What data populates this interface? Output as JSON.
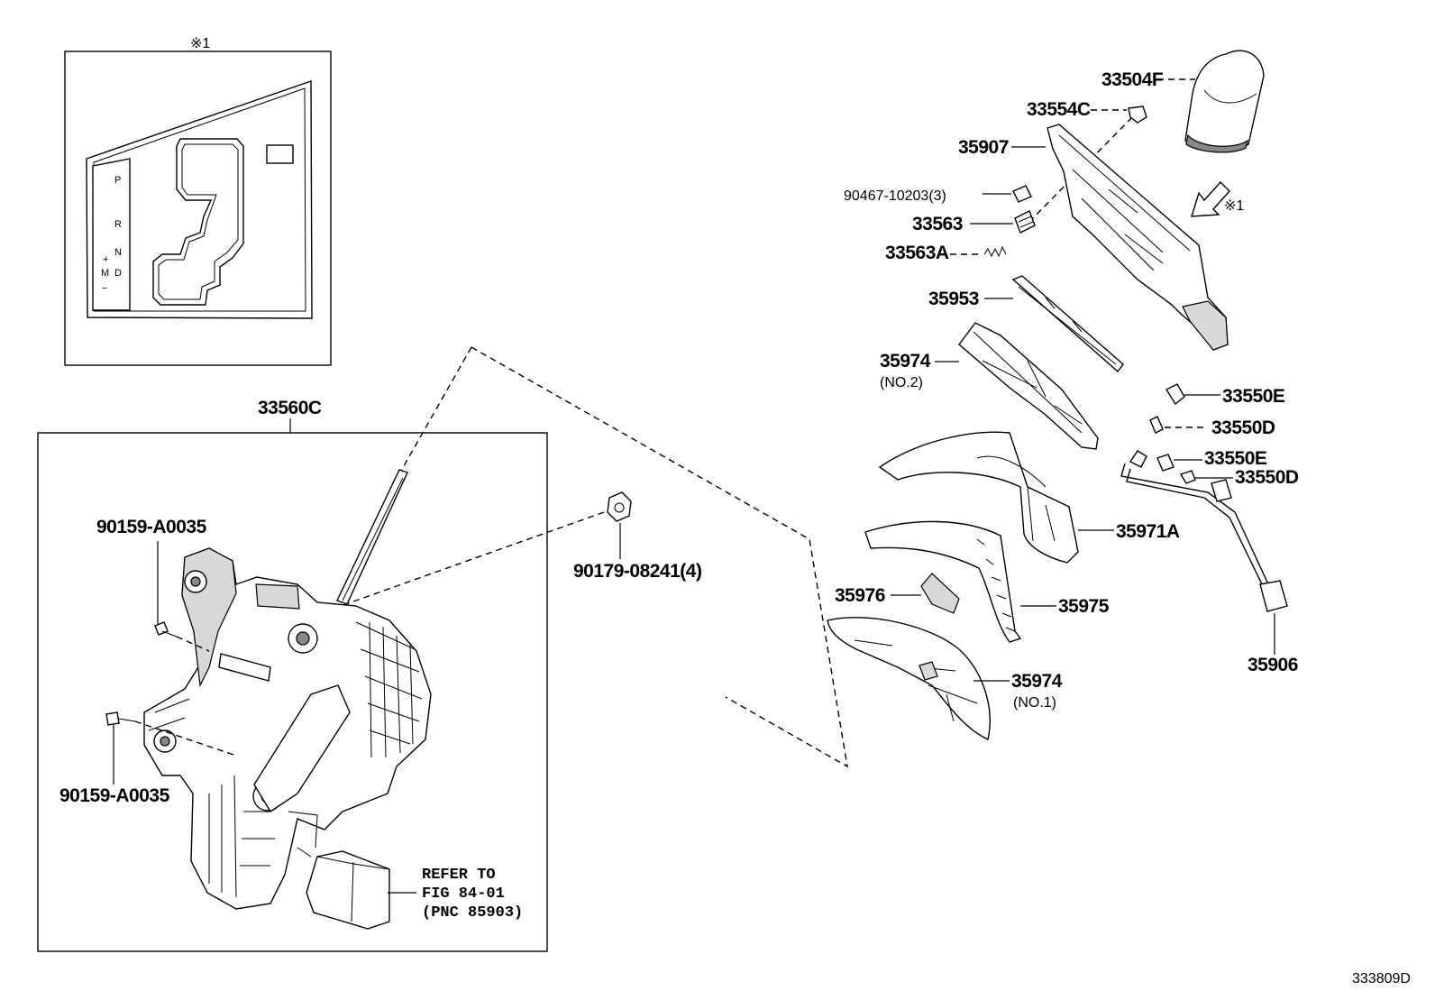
{
  "diagram": {
    "top_mark": "※1",
    "arrow_mark": "※1",
    "assembly_label": "33560C",
    "gate_letters": {
      "p": "P",
      "r": "R",
      "n": "N",
      "d": "D",
      "plus": "+",
      "m": "M",
      "minus": "−"
    },
    "parts": {
      "p_33504F": "33504F",
      "p_33554C": "33554C",
      "p_35907": "35907",
      "p_90467": "90467-10203(3)",
      "p_33563": "33563",
      "p_33563A": "33563A",
      "p_35953": "35953",
      "p_35974_no2": "35974",
      "p_35974_no2_sub": "(NO.2)",
      "p_33550E_a": "33550E",
      "p_33550D_a": "33550D",
      "p_33550E_b": "33550E",
      "p_33550D_b": "33550D",
      "p_35971A": "35971A",
      "p_35976": "35976",
      "p_35975": "35975",
      "p_35974_no1": "35974",
      "p_35974_no1_sub": "(NO.1)",
      "p_35906": "35906",
      "p_90179": "90179-08241(4)",
      "p_90159_top": "90159-A0035",
      "p_90159_bottom": "90159-A0035"
    },
    "refer_note": [
      "REFER TO",
      "FIG 84-01",
      "(PNC 85903)"
    ],
    "figure_code": "333809D"
  }
}
